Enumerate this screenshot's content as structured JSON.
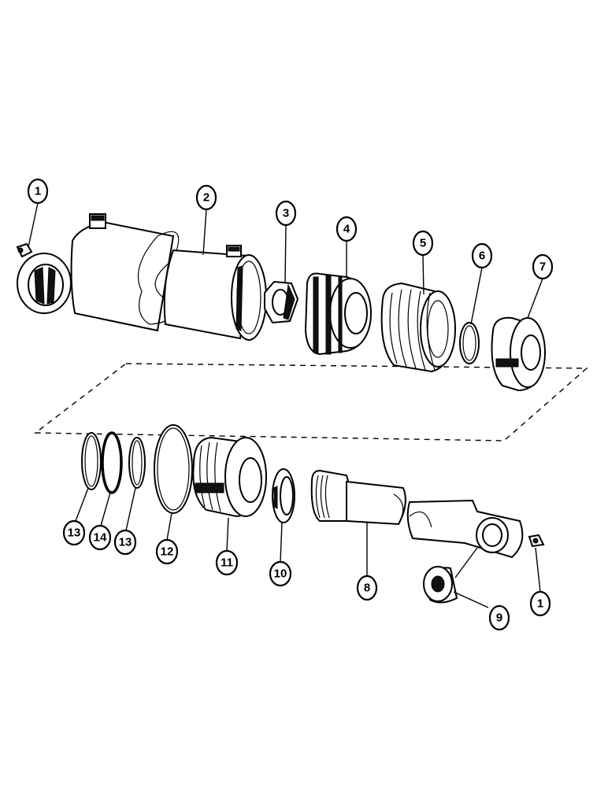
{
  "diagram": {
    "callouts": [
      {
        "id": "c1a",
        "text": "1"
      },
      {
        "id": "c2",
        "text": "2"
      },
      {
        "id": "c3",
        "text": "3"
      },
      {
        "id": "c4",
        "text": "4"
      },
      {
        "id": "c5",
        "text": "5"
      },
      {
        "id": "c6",
        "text": "6"
      },
      {
        "id": "c7",
        "text": "7"
      },
      {
        "id": "c13a",
        "text": "13"
      },
      {
        "id": "c14",
        "text": "14"
      },
      {
        "id": "c13b",
        "text": "13"
      },
      {
        "id": "c12",
        "text": "12"
      },
      {
        "id": "c11",
        "text": "11"
      },
      {
        "id": "c10",
        "text": "10"
      },
      {
        "id": "c8",
        "text": "8"
      },
      {
        "id": "c9",
        "text": "9"
      },
      {
        "id": "c1b",
        "text": "1"
      }
    ]
  }
}
